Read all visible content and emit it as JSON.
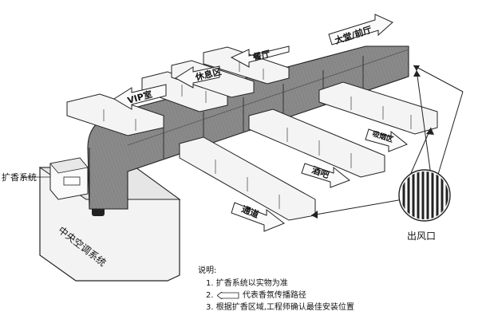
{
  "labels": {
    "diffuser": "扩香系统",
    "central_ac": "中央空调系统",
    "outlet": "出风口"
  },
  "arrows": [
    {
      "id": "lobby",
      "text": "大堂/前厅"
    },
    {
      "id": "restaurant",
      "text": "餐厅"
    },
    {
      "id": "lounge",
      "text": "休息区"
    },
    {
      "id": "vip",
      "text": "VIP室"
    },
    {
      "id": "smoking",
      "text": "吸烟区"
    },
    {
      "id": "bar",
      "text": "酒吧"
    },
    {
      "id": "corridor",
      "text": "通道"
    }
  ],
  "notes": {
    "title": "说明:",
    "items": [
      {
        "num": "1.",
        "text": "扩香系统以实物为准"
      },
      {
        "num": "2.",
        "pre": "",
        "post": "代表香氛传播路径"
      },
      {
        "num": "3.",
        "text": "根据扩香区域,工程师确认最佳安装位置"
      }
    ]
  },
  "colors": {
    "main_duct": "#8a8a8a",
    "main_duct_dark": "#6a6a6a",
    "branch_duct": "#f2f2f2",
    "outline": "#222222"
  }
}
